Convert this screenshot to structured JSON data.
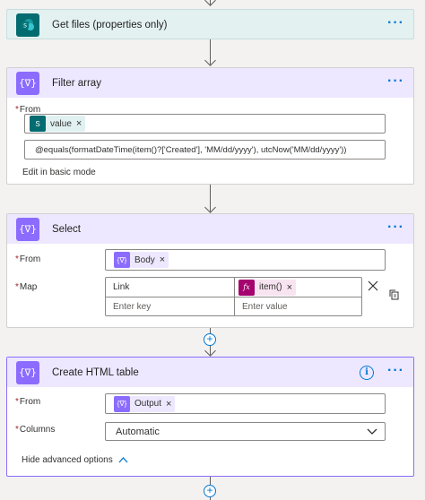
{
  "get_files": {
    "title": "Get files (properties only)",
    "menu": "···"
  },
  "filter_array": {
    "title": "Filter array",
    "menu": "···",
    "from_label": "From",
    "from_token": "value",
    "expression": "@equals(formatDateTime(item()?['Created'], 'MM/dd/yyyy'), utcNow('MM/dd/yyyy'))",
    "edit_link": "Edit in basic mode"
  },
  "select": {
    "title": "Select",
    "menu": "···",
    "from_label": "From",
    "from_token": "Body",
    "map_label": "Map",
    "map_key": "Link",
    "map_value_token": "item()",
    "key_placeholder": "Enter key",
    "value_placeholder": "Enter value"
  },
  "create_html_table": {
    "title": "Create HTML table",
    "menu": "···",
    "info": "i",
    "from_label": "From",
    "from_token": "Output",
    "columns_label": "Columns",
    "columns_value": "Automatic",
    "advanced_link": "Hide advanced options"
  },
  "token_remove": "×",
  "required_mark": "*",
  "colors": {
    "sharepoint": "#036c70",
    "data_ops": "#8c6cff",
    "expression": "#a4036f",
    "link_blue": "#0078d4"
  }
}
